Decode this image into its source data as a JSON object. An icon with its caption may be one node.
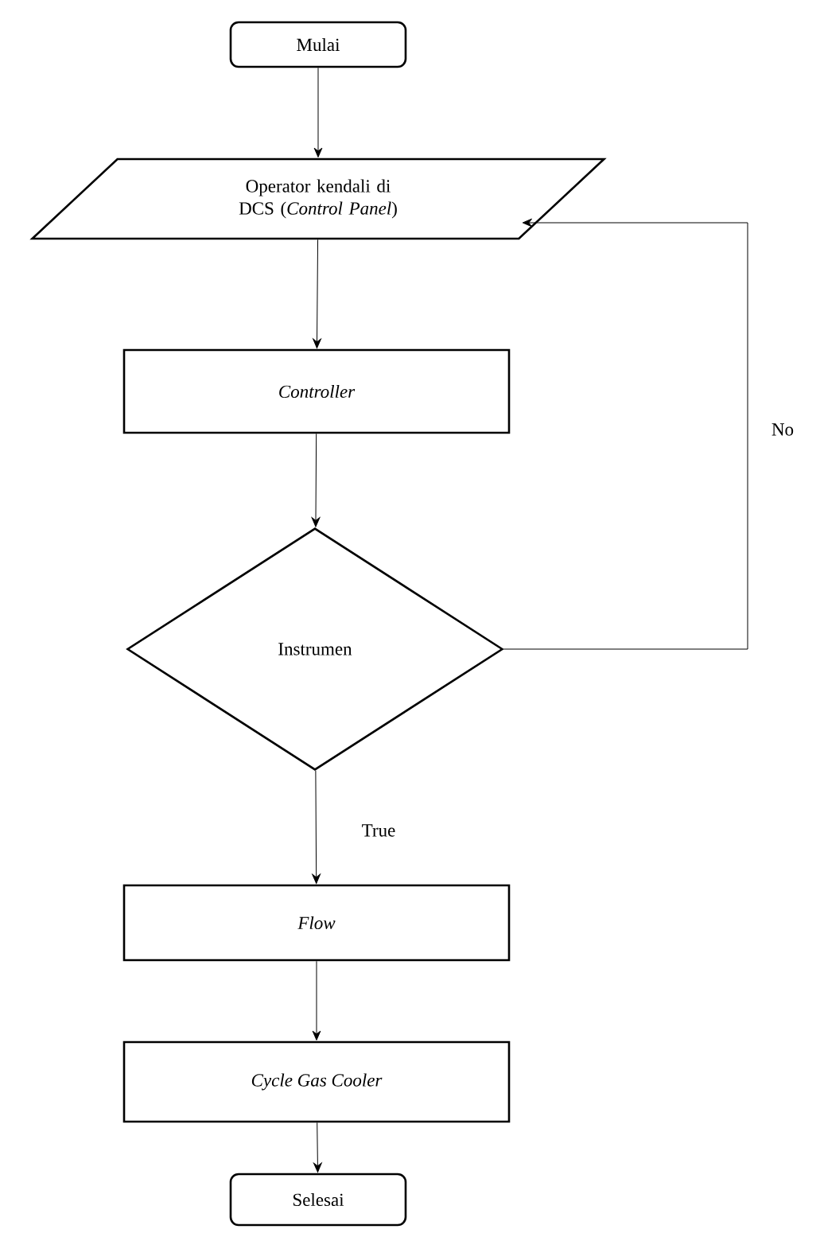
{
  "diagram": {
    "nodes": [
      {
        "text": [
          "Mulai"
        ]
      },
      {
        "text": [
          "Operator kendali di DCS (*Control Panel*)"
        ]
      },
      {
        "text": [
          "Controller"
        ]
      },
      {
        "text": [
          "Instrumen"
        ]
      },
      {
        "text": [
          "Flow"
        ]
      },
      {
        "text": [
          "Cycle Gas Cooler"
        ]
      },
      {
        "text": [
          "Selesai"
        ]
      }
    ],
    "edges": [
      {
        "from": 0,
        "to": 1,
        "arrow": "to"
      },
      {
        "from": 1,
        "to": 2,
        "arrow": "to"
      },
      {
        "from": 2,
        "to": 3,
        "arrow": "to"
      },
      {
        "from": 3,
        "to": 4,
        "arrow": "to",
        "label": "True"
      },
      {
        "from": 4,
        "to": 5,
        "arrow": "to"
      },
      {
        "from": 5,
        "to": 6,
        "arrow": "to"
      },
      {
        "from": 3,
        "to": 1,
        "arrow": "to",
        "label": "No"
      }
    ]
  }
}
